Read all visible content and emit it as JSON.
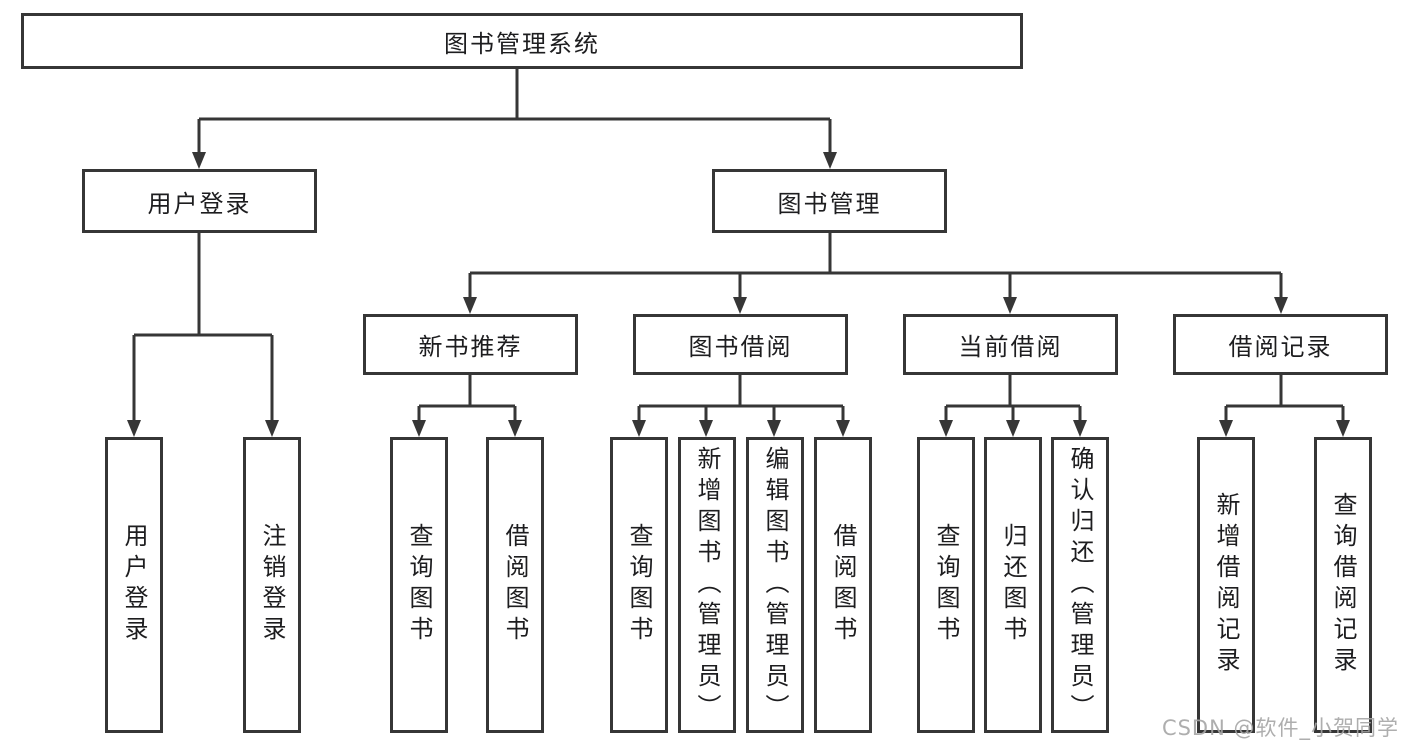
{
  "diagram_title": "图书管理系统",
  "nodes": {
    "root": {
      "label": "图书管理系统"
    },
    "user_login": {
      "label": "用户登录"
    },
    "book_mgmt": {
      "label": "图书管理"
    },
    "new_book": {
      "label": "新书推荐"
    },
    "book_borrow": {
      "label": "图书借阅"
    },
    "current_borrow": {
      "label": "当前借阅"
    },
    "borrow_record": {
      "label": "借阅记录"
    },
    "leaves": {
      "user_login": [
        "用户登录",
        "注销登录"
      ],
      "new_book": [
        "查询图书",
        "借阅图书"
      ],
      "book_borrow": [
        "查询图书",
        "新增图书（管理员）",
        "编辑图书（管理员）",
        "借阅图书"
      ],
      "current_borrow": [
        "查询图书",
        "归还图书",
        "确认归还（管理员）"
      ],
      "borrow_record": [
        "新增借阅记录",
        "查询借阅记录"
      ]
    }
  },
  "watermark": "CSDN @软件_小贺同学",
  "colors": {
    "line": "#363636",
    "box_border": "#363636",
    "text": "#1d1d1f",
    "watermark": "#a5a5a5",
    "background": "#ffffff"
  }
}
